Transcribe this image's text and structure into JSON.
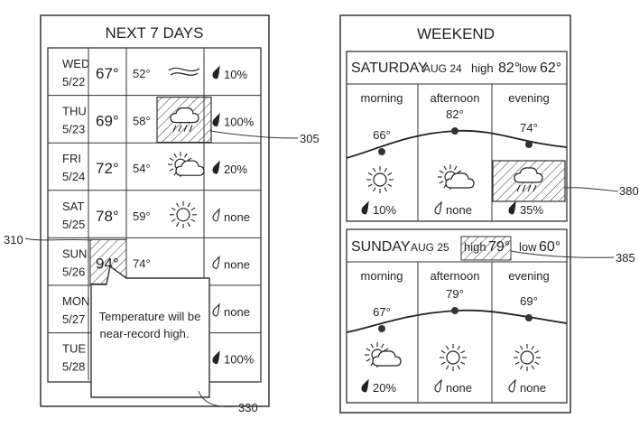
{
  "week_panel": {
    "title": "NEXT 7 DAYS",
    "days": [
      {
        "day": "WED",
        "date": "5/22",
        "high": "67°",
        "low": "52°",
        "icon": "wind-icon",
        "precip": "10%",
        "precip_icon": "raindrop-filled-icon",
        "hatched": false
      },
      {
        "day": "THU",
        "date": "5/23",
        "high": "69°",
        "low": "58°",
        "icon": "rain-cloud-icon",
        "precip": "100%",
        "precip_icon": "raindrop-filled-icon",
        "hatched": true
      },
      {
        "day": "FRI",
        "date": "5/24",
        "high": "72°",
        "low": "54°",
        "icon": "partly-cloudy-icon",
        "precip": "20%",
        "precip_icon": "raindrop-filled-icon",
        "hatched": false
      },
      {
        "day": "SAT",
        "date": "5/25",
        "high": "78°",
        "low": "59°",
        "icon": "sun-icon",
        "precip": "none",
        "precip_icon": "raindrop-outline-icon",
        "hatched": false
      },
      {
        "day": "SUN",
        "date": "5/26",
        "high": "94°",
        "low": "74°",
        "icon": "",
        "precip": "none",
        "precip_icon": "raindrop-outline-icon",
        "hatched": false,
        "high_hatched": true
      },
      {
        "day": "MON",
        "date": "5/27",
        "high": "",
        "low": "",
        "icon": "",
        "precip": "none",
        "precip_icon": "raindrop-outline-icon",
        "hatched": false
      },
      {
        "day": "TUE",
        "date": "5/28",
        "high": "",
        "low": "",
        "icon": "",
        "precip": "100%",
        "precip_icon": "raindrop-filled-icon",
        "hatched": false
      }
    ],
    "popup": {
      "line1": "Temperature will be",
      "line2": "near-record high."
    }
  },
  "weekend_panel": {
    "title": "WEEKEND",
    "saturday": {
      "day": "SATURDAY",
      "date": "AUG 24",
      "high_label": "high",
      "high": "82°",
      "low_label": "low",
      "low": "62°",
      "periods": [
        {
          "name": "morning",
          "temp": "66°",
          "icon": "sun-icon",
          "precip": "10%",
          "precip_icon": "raindrop-filled-icon"
        },
        {
          "name": "afternoon",
          "temp": "82°",
          "icon": "partly-cloudy-icon",
          "precip": "none",
          "precip_icon": "raindrop-outline-icon"
        },
        {
          "name": "evening",
          "temp": "74°",
          "icon": "rain-cloud-icon",
          "precip": "35%",
          "precip_icon": "raindrop-filled-icon",
          "hatched": true
        }
      ]
    },
    "sunday": {
      "day": "SUNDAY",
      "date": "AUG 25",
      "high_label": "high",
      "high": "79°",
      "low_label": "low",
      "low": "60°",
      "periods": [
        {
          "name": "morning",
          "temp": "67°",
          "icon": "partly-cloudy-icon",
          "precip": "20%",
          "precip_icon": "raindrop-filled-icon"
        },
        {
          "name": "afternoon",
          "temp": "79°",
          "icon": "sun-icon",
          "precip": "none",
          "precip_icon": "raindrop-outline-icon"
        },
        {
          "name": "evening",
          "temp": "69°",
          "icon": "sun-icon",
          "precip": "none",
          "precip_icon": "raindrop-outline-icon"
        }
      ]
    }
  },
  "reference_labels": {
    "r305": "305",
    "r310": "310",
    "r330": "330",
    "r380": "380",
    "r385": "385"
  }
}
